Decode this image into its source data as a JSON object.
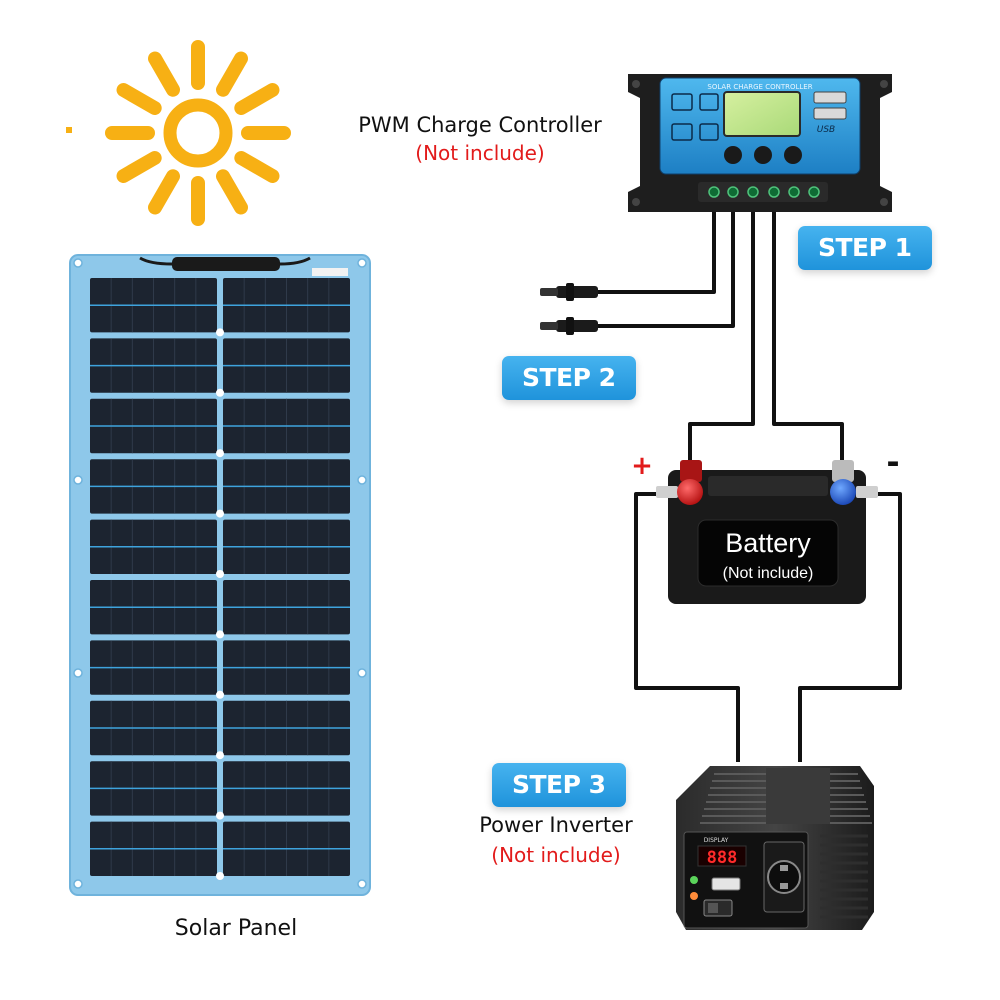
{
  "labels": {
    "controller_title": "PWM Charge Controller",
    "controller_note": "(Not include)",
    "controller_faceplate": "SOLAR CHARGE CONTROLLER",
    "controller_usb": "USB",
    "battery_title": "Battery",
    "battery_note": "(Not include)",
    "inverter_title": "Power Inverter",
    "inverter_note": "(Not include)",
    "inverter_display_label": "DISPLAY",
    "inverter_readout": "888",
    "panel_title": "Solar Panel"
  },
  "steps": {
    "step1": "STEP 1",
    "step2": "STEP 2",
    "step3": "STEP 3"
  },
  "terminals": {
    "positive": "+",
    "negative": "-"
  },
  "colors": {
    "sun": "#f7b014",
    "panel_frame": "#8ec8ea",
    "cell_divider": "#3ea3dd",
    "step_badge": "#2c9fe3",
    "note_red": "#e21b1b",
    "wire": "#111111"
  }
}
